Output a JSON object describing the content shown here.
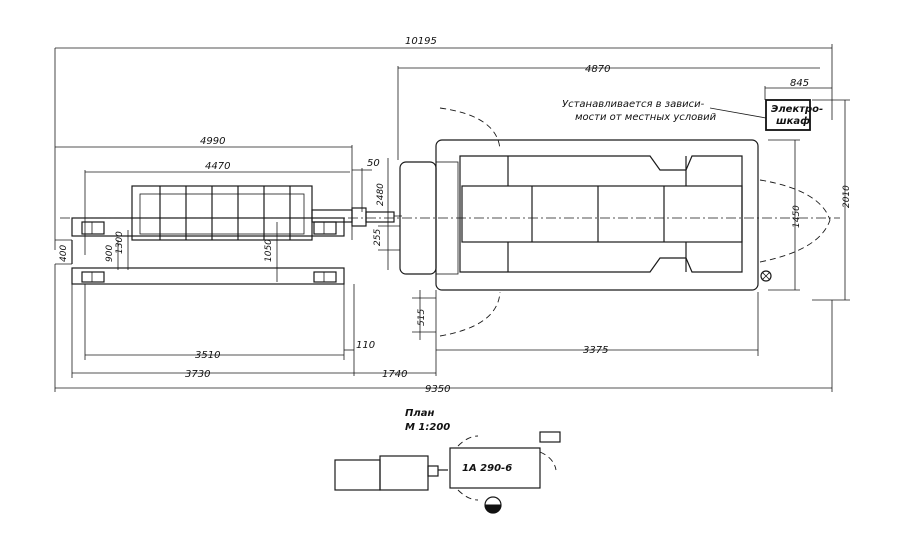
{
  "dimensions": {
    "overall_top": "10195",
    "right_block": "4870",
    "cabinet_offset": "845",
    "left_long": "4990",
    "left_inner": "4470",
    "gap_50": "50",
    "height_2480": "2480",
    "offset_255": "255",
    "width_1050": "1050",
    "height_1300": "1300",
    "height_900": "900",
    "height_400": "400",
    "depth_515": "515",
    "height_1450": "1450",
    "height_2010": "2010",
    "bottom_3510": "3510",
    "bottom_110": "110",
    "bottom_3730": "3730",
    "bottom_1740": "1740",
    "bottom_3375": "3375",
    "overall_bottom": "9350"
  },
  "note": {
    "line1": "Устанавливается в зависи-",
    "line2": "мости от местных условий"
  },
  "cabinet": {
    "line1": "Электро-",
    "line2": "шкаф"
  },
  "plan": {
    "title": "План",
    "scale": "М 1:200",
    "machine_model": "1А 290-6"
  }
}
